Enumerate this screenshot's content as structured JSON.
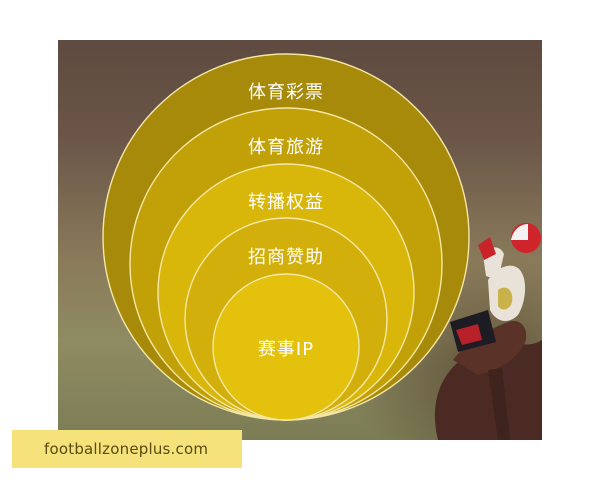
{
  "diagram": {
    "levels": [
      {
        "label": "体育彩票",
        "color": "#a78a09"
      },
      {
        "label": "体育旅游",
        "color": "#c2a008"
      },
      {
        "label": "转播权益",
        "color": "#d9b70a"
      },
      {
        "label": "招商赞助",
        "color": "#d3af0b"
      },
      {
        "label": "赛事IP",
        "color": "#e4c10c"
      }
    ],
    "ring_stroke_color": "#f4e7a6"
  },
  "watermark": {
    "text": "footballzoneplus.com"
  }
}
